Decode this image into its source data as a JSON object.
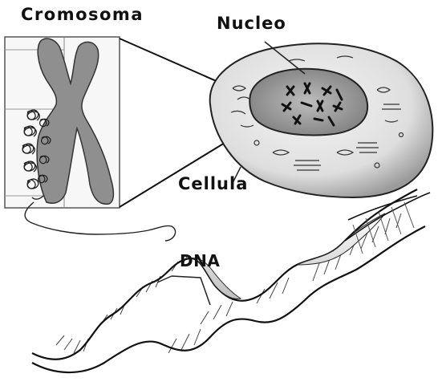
{
  "labels": {
    "cromosoma": "Cromosoma",
    "nucleo": "Nucleo",
    "cellula": "Cellula",
    "dna": "DNA"
  }
}
